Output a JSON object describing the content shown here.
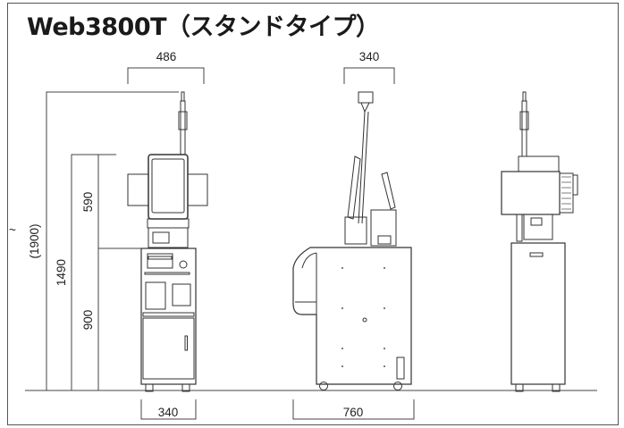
{
  "title": "Web3800T（スタンドタイプ）",
  "dimensions": {
    "front_top_width": "486",
    "side_top_width": "340",
    "total_height": "(1900)",
    "body_height": "1490",
    "upper_height": "590",
    "lower_height": "900",
    "front_bottom_width": "340",
    "side_bottom_width": "760",
    "tilde": "~"
  },
  "views": [
    "front-view",
    "side-view",
    "rear-view"
  ]
}
